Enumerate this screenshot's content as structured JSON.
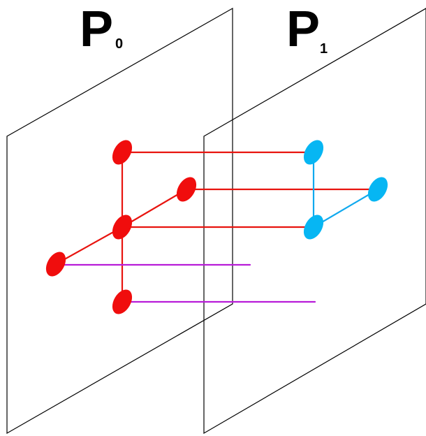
{
  "diagram": {
    "planes": [
      {
        "id": "p0",
        "letter": "P",
        "subscript": "0"
      },
      {
        "id": "p1",
        "letter": "P",
        "subscript": "1"
      }
    ],
    "colors": {
      "plane_stroke": "#000000",
      "p0_points": "#f00d0d",
      "p1_points": "#06b6f3",
      "projection_lines": "#e8140f",
      "p1_edges": "#10a9ee",
      "partial_lines": "#b81cd8"
    },
    "p0_point_count": 5,
    "p1_point_count": 3
  }
}
